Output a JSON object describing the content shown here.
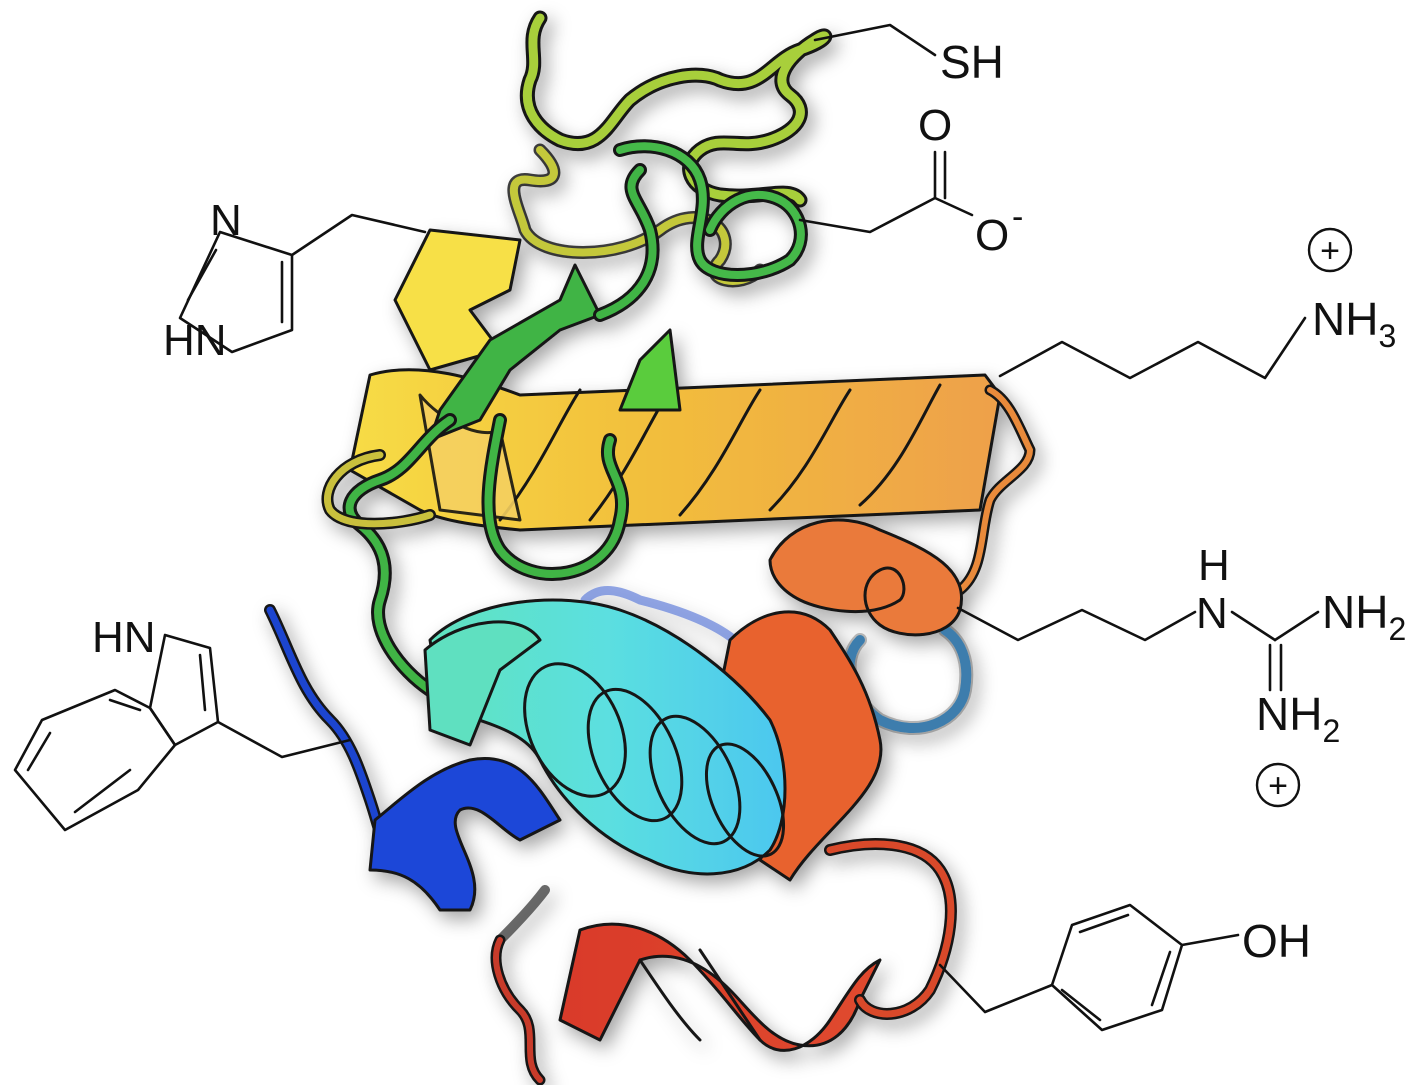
{
  "diagram": {
    "labels": {
      "thiol": "SH",
      "carbonyl_o": "O",
      "carboxylate_o": "O",
      "carboxylate_charge": "-",
      "imidazole_n": "N",
      "imidazole_nh": "HN",
      "ammonium": "NH",
      "ammonium_sub": "3",
      "ammonium_charge": "+",
      "guanidine_h": "H",
      "guanidine_n": "N",
      "guanidine_nh2_top": "NH",
      "guanidine_nh2_top_sub": "2",
      "guanidine_nh2_bottom": "NH",
      "guanidine_nh2_bottom_sub": "2",
      "guanidine_charge": "+",
      "indole_nh": "HN",
      "phenol_oh": "OH"
    },
    "colors": {
      "blue": "#1a3fd6",
      "light_blue": "#4aa0e0",
      "cyan": "#57d8e6",
      "teal": "#5ee0c0",
      "green": "#3db54a",
      "lime": "#9ccc3a",
      "yellow": "#f7e046",
      "gold": "#f2bf3c",
      "orange": "#f0a048",
      "dark_orange": "#e8733a",
      "red_orange": "#e5552f",
      "red": "#d93a2a"
    }
  }
}
